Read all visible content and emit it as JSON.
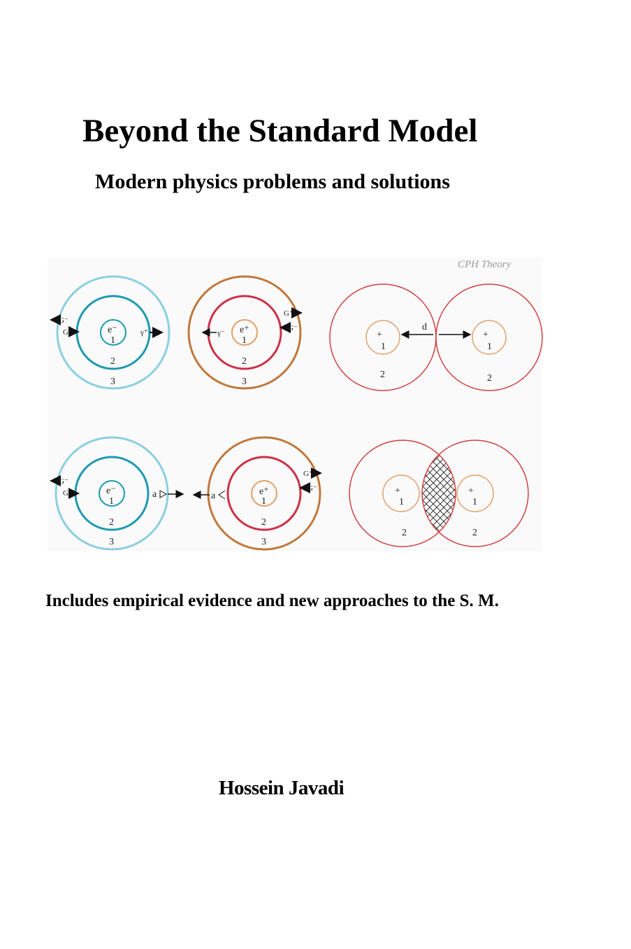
{
  "cover": {
    "title": "Beyond the Standard Model",
    "subtitle": "Modern physics problems and solutions",
    "tagline": "Includes empirical evidence and new approaches to the S. M.",
    "author": "Hossein Javadi"
  },
  "figure": {
    "watermark": "CPH Theory",
    "labels": {
      "e_minus": "e⁻",
      "e_plus": "e⁺",
      "g_minus": "G⁻",
      "g_plus": "G⁺",
      "gamma_plus": "γ⁺",
      "gamma_minus": "γ⁻",
      "a": "a",
      "d": "d",
      "plus": "+",
      "one": "1",
      "two": "2",
      "three": "3"
    },
    "colors": {
      "outer_blue": "#8ccfe0",
      "teal": "#1d9ab0",
      "brown": "#c0783c",
      "red": "#cc3048",
      "orange": "#e2a068",
      "field_red": "#d24040",
      "background": "#fafafa"
    }
  }
}
